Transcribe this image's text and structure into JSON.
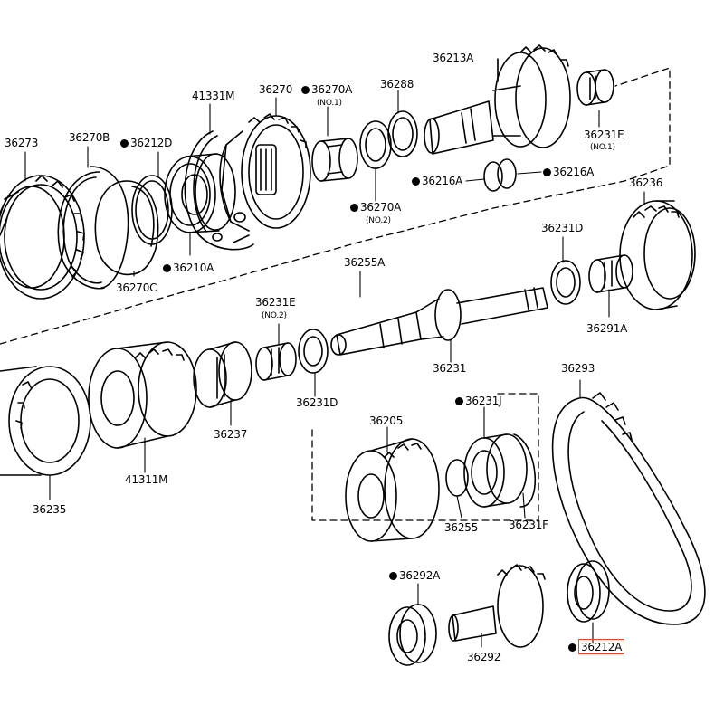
{
  "diagram": {
    "highlight_color": "#e8403a",
    "line_color": "#000000",
    "background": "#ffffff",
    "bullet_marker": "filled-circle",
    "labels": {
      "p36273": "36273",
      "p36270B": "36270B",
      "p36212D": "36212D",
      "p41331M": "41331M",
      "p36270": "36270",
      "p36270A_no1": "36270A",
      "no1": "(NO.1)",
      "p36288": "36288",
      "p36213A": "36213A",
      "p36231E_no1": "36231E",
      "no1b": "(NO.1)",
      "p36216A_left": "36216A",
      "p36216A_right": "36216A",
      "p36270A_no2": "36270A",
      "no2": "(NO.2)",
      "p36210A": "36210A",
      "p36270C": "36270C",
      "p36236": "36236",
      "p36231D_top": "36231D",
      "p36255A": "36255A",
      "p36291A": "36291A",
      "p36231E_no2": "36231E",
      "no2b": "(NO.2)",
      "p36231": "36231",
      "p36231D_bottom": "36231D",
      "p36293": "36293",
      "p36237": "36237",
      "p41311M": "41311M",
      "p36235": "36235",
      "p36205": "36205",
      "p36231J": "36231J",
      "p36255": "36255",
      "p36231F": "36231F",
      "p36292A": "36292A",
      "p36292": "36292",
      "p36212A": "36212A"
    }
  }
}
